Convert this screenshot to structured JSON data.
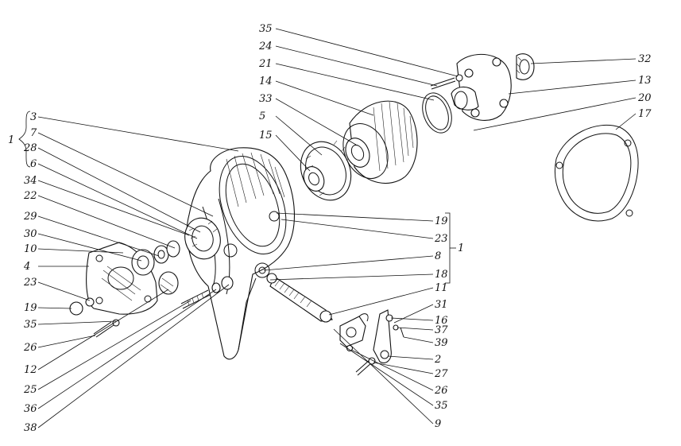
{
  "figure": {
    "group_label": "1",
    "brace_labels": [
      "3",
      "7",
      "28",
      "6"
    ],
    "right_group_label": "1",
    "callouts": {
      "left": [
        "34",
        "22",
        "29",
        "30",
        "10",
        "4",
        "23",
        "19",
        "35",
        "26",
        "12",
        "25",
        "36",
        "38"
      ],
      "top": [
        "35",
        "24",
        "21",
        "14",
        "33",
        "5",
        "15"
      ],
      "right_top": [
        "32",
        "13",
        "20",
        "17"
      ],
      "right_mid": [
        "19",
        "23",
        "8",
        "18",
        "11"
      ],
      "right_low": [
        "31",
        "16",
        "37",
        "39",
        "2",
        "27",
        "26",
        "35",
        "9"
      ]
    }
  }
}
